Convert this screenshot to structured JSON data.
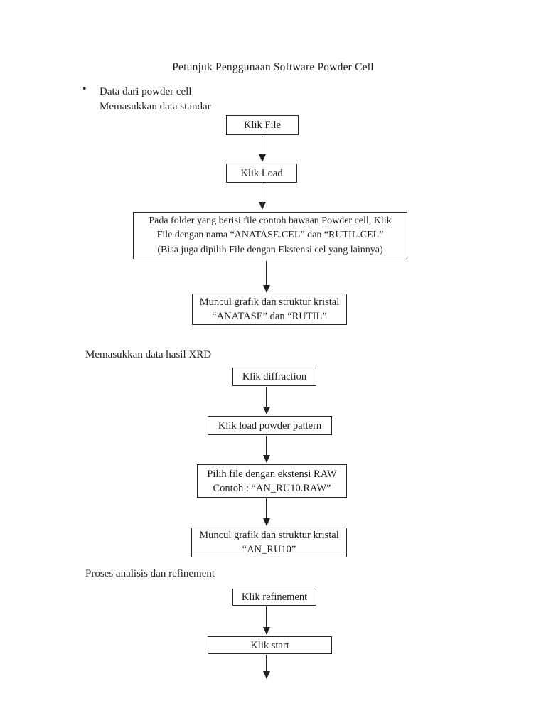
{
  "document": {
    "title": "Petunjuk Penggunaan Software Powder Cell",
    "bullet": {
      "marker": "•",
      "line1": "Data dari powder cell",
      "line2": "Memasukkan data standar"
    },
    "flow_standard": {
      "steps": [
        {
          "lines": [
            "Klik File"
          ]
        },
        {
          "lines": [
            "Klik Load"
          ]
        },
        {
          "lines": [
            "Pada folder yang berisi file contoh bawaan Powder cell, Klik",
            "File dengan nama “ANATASE.CEL” dan “RUTIL.CEL”",
            "(Bisa juga dipilih File dengan Ekstensi cel yang lainnya)"
          ]
        },
        {
          "lines": [
            "Muncul grafik dan struktur kristal",
            "“ANATASE” dan “RUTIL”"
          ]
        }
      ]
    },
    "heading_xrd": "Memasukkan data hasil XRD",
    "flow_xrd": {
      "steps": [
        {
          "lines": [
            "Klik diffraction"
          ]
        },
        {
          "lines": [
            "Klik load powder pattern"
          ]
        },
        {
          "lines": [
            "Pilih file dengan ekstensi RAW",
            "Contoh : “AN_RU10.RAW”"
          ]
        },
        {
          "lines": [
            "Muncul grafik dan struktur kristal",
            "“AN_RU10”"
          ]
        }
      ]
    },
    "heading_refinement": "Proses analisis dan refinement",
    "flow_refinement": {
      "steps": [
        {
          "lines": [
            "Klik refinement"
          ]
        },
        {
          "lines": [
            "Klik start"
          ]
        }
      ]
    }
  },
  "colors": {
    "page_background": "#ffffff",
    "text": "#1e1e1e",
    "box_border": "#262626"
  }
}
